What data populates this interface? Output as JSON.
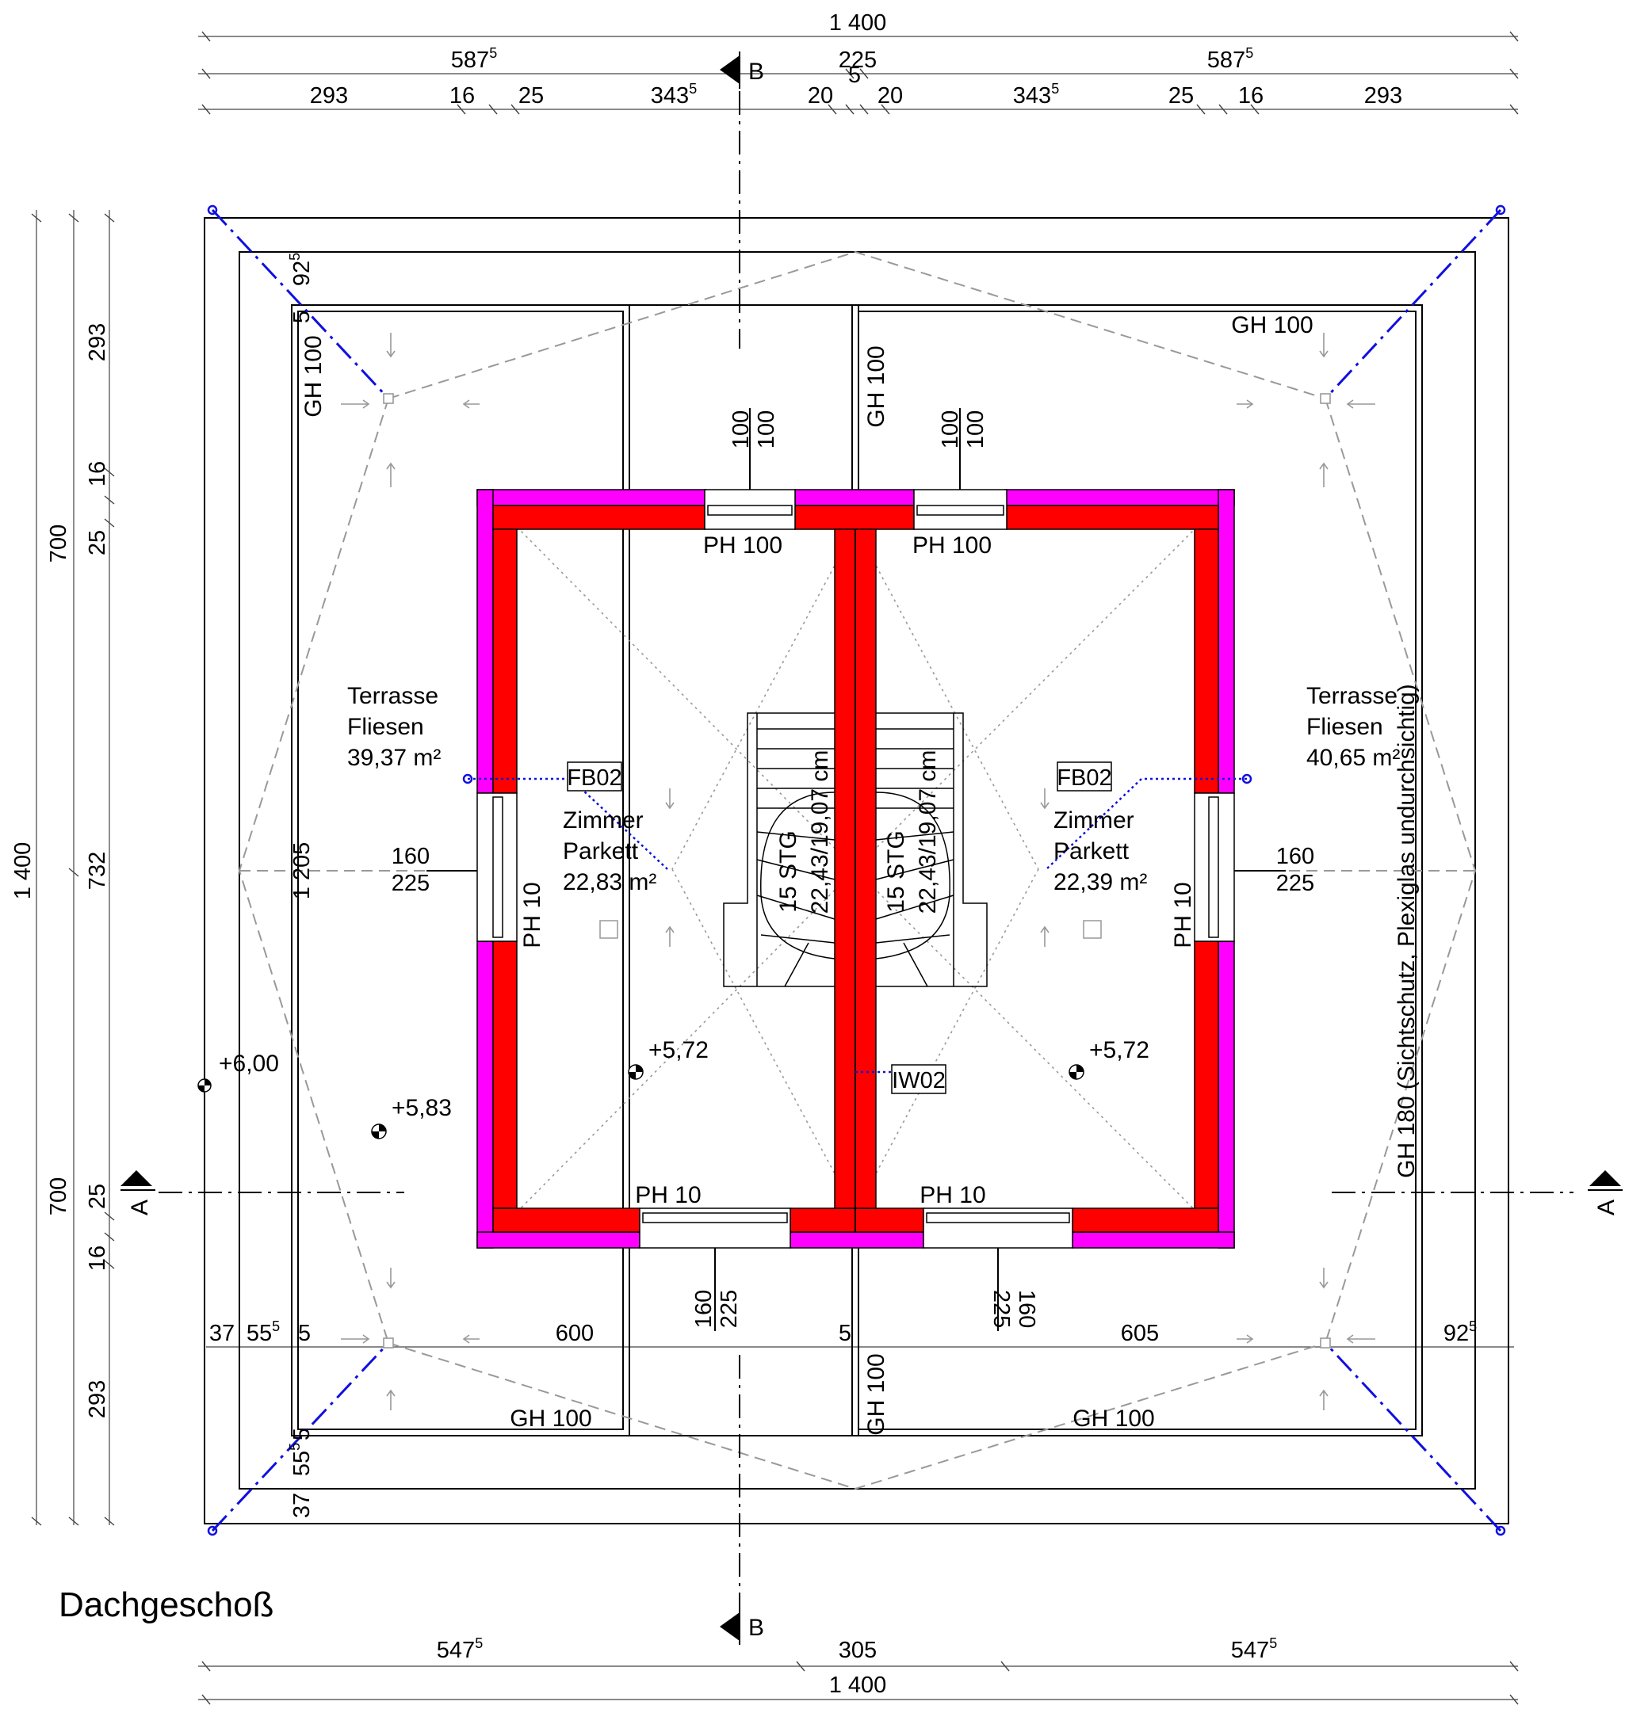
{
  "drawing_title": "Dachgeschoß",
  "dimensions": {
    "top_total": "1 400",
    "top_mid_left": "587",
    "top_mid_left_sup": "5",
    "top_mid_center": "225",
    "top_mid_right": "587",
    "top_mid_right_sup": "5",
    "top_row3": [
      {
        "t": "293",
        "s": ""
      },
      {
        "t": "16",
        "s": ""
      },
      {
        "t": "25",
        "s": ""
      },
      {
        "t": "343",
        "s": "5"
      },
      {
        "t": "20",
        "s": ""
      },
      {
        "t": "5",
        "s": ""
      },
      {
        "t": "20",
        "s": ""
      },
      {
        "t": "343",
        "s": "5"
      },
      {
        "t": "25",
        "s": ""
      },
      {
        "t": "16",
        "s": ""
      },
      {
        "t": "293",
        "s": ""
      }
    ],
    "left_total": "1 400",
    "left_half_top": "700",
    "left_half_bottom": "700",
    "left_middle": "732",
    "left_top_parts": [
      "293",
      "16",
      "25"
    ],
    "left_bottom_parts": [
      "25",
      "16",
      "293"
    ],
    "bottom_left": "547",
    "bottom_left_sup": "5",
    "bottom_center": "305",
    "bottom_right": "547",
    "bottom_right_sup": "5",
    "bottom_total": "1 400",
    "inner_top_925": "92",
    "inner_top_925_sup": "5",
    "inner_top_5": "5",
    "inner_left_1205": "1 205",
    "row_1215": [
      {
        "t": "37",
        "s": ""
      },
      {
        "t": "55",
        "s": "5"
      },
      {
        "t": "5",
        "s": ""
      },
      {
        "t": "600",
        "s": ""
      },
      {
        "t": "5",
        "s": ""
      },
      {
        "t": "605",
        "s": ""
      },
      {
        "t": "92",
        "s": "5"
      }
    ],
    "lower_left_vertical": [
      {
        "t": "5",
        "s": ""
      },
      {
        "t": "55",
        "s": "5"
      },
      {
        "t": "37",
        "s": ""
      }
    ]
  },
  "section_markers": {
    "top_B": "B",
    "bottom_B": "B",
    "left_A": "A",
    "right_A": "A"
  },
  "railings": {
    "gh100_top_left": "GH 100",
    "gh100_top_right": "GH 100",
    "gh100_mid_top": "GH 100",
    "gh100_mid_bottom": "GH 100",
    "gh100_bottom_left": "GH 100",
    "gh100_bottom_right": "GH 100",
    "gh180": "GH 180 (Sichtschutz, Plexiglas undurchsichtig)"
  },
  "windows": {
    "top_left_ph": "PH 100",
    "top_right_ph": "PH 100",
    "top_left_dims": [
      "100",
      "100"
    ],
    "top_right_dims": [
      "100",
      "100"
    ],
    "left_ph": "PH 10",
    "right_ph": "PH 10",
    "left_dims": [
      "160",
      "225"
    ],
    "right_dims": [
      "160",
      "225"
    ],
    "bottom_left_ph": "PH 10",
    "bottom_right_ph": "PH 10",
    "bottom_left_dims": [
      "160",
      "225"
    ],
    "bottom_right_dims": [
      "160",
      "225"
    ]
  },
  "rooms": {
    "terrace_left": [
      "Terrasse",
      "Fliesen",
      "39,37 m²"
    ],
    "terrace_right": [
      "Terrasse",
      "Fliesen",
      "40,65 m²"
    ],
    "room_left": [
      "Zimmer",
      "Parkett",
      "22,83 m²"
    ],
    "room_right": [
      "Zimmer",
      "Parkett",
      "22,39 m²"
    ]
  },
  "stairs": {
    "left_label": "15 STG",
    "left_dims": "22,43/19,07 cm",
    "right_label": "15 STG",
    "right_dims": "22,43/19,07 cm"
  },
  "tags": {
    "fb02_left": "FB02",
    "fb02_right": "FB02",
    "iw02": "IW02"
  },
  "levels": {
    "room_left": "+5,72",
    "room_right": "+5,72",
    "terrace": "+5,83",
    "outer": "+6,00"
  },
  "colors": {
    "wall_core": "#ff0000",
    "wall_insulation": "#ff00ff",
    "drain_line": "#1010e0",
    "roof_line": "#999999"
  }
}
